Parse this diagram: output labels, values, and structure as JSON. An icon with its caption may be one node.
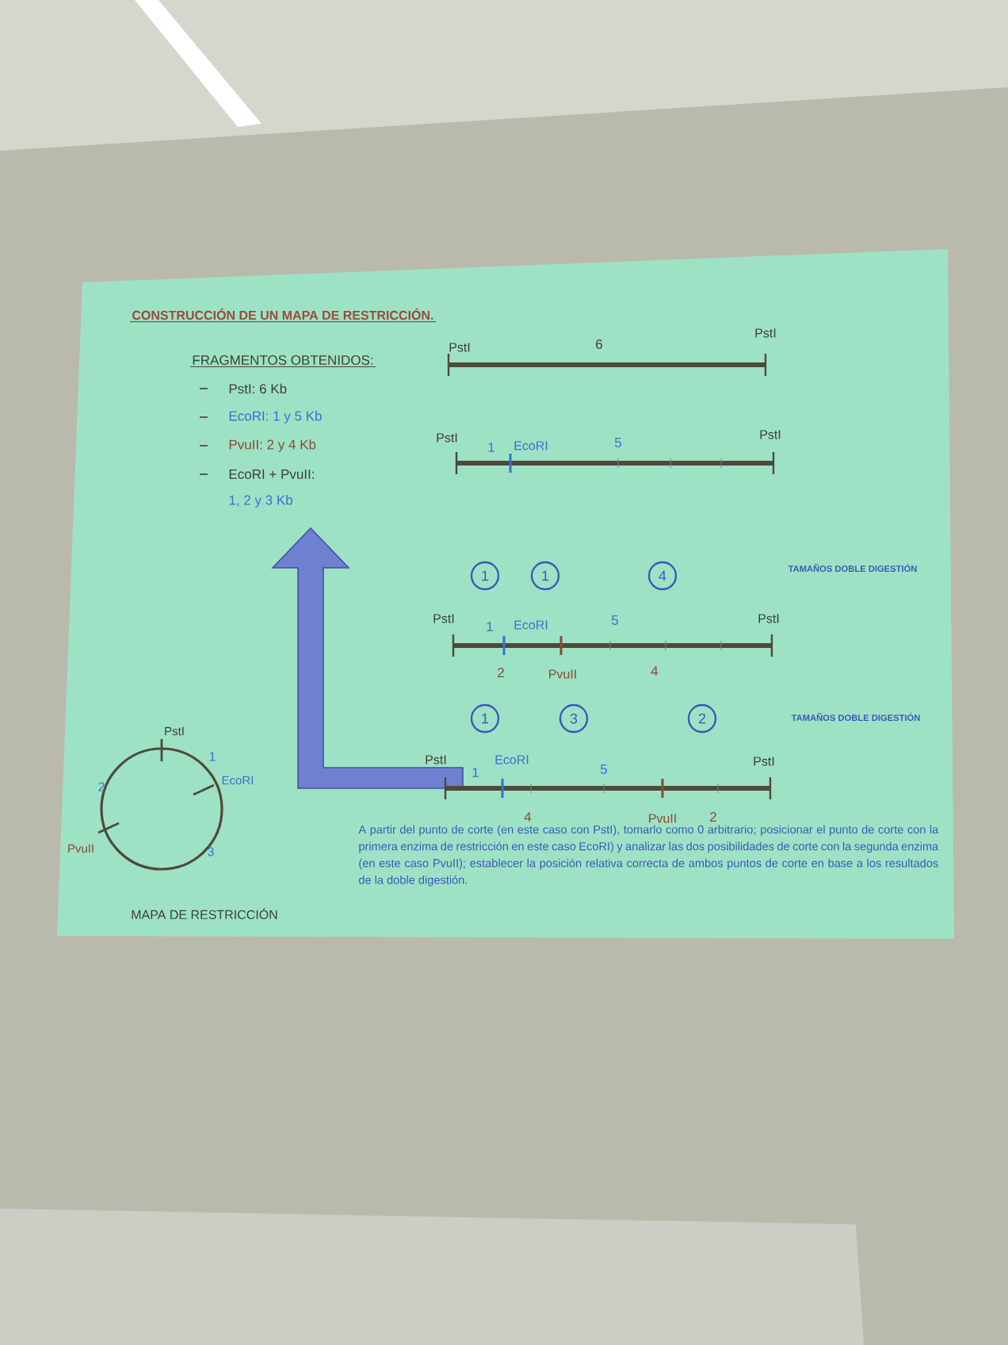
{
  "diagram": {
    "title": "CONSTRUCCIÓN DE UN MAPA DE RESTRICCIÓN.",
    "nodes": [
      {
        "text": [
          "1"
        ]
      },
      {
        "text": [
          "1"
        ]
      },
      {
        "text": [
          "4"
        ]
      },
      {
        "text": [
          "1"
        ]
      },
      {
        "text": [
          "3"
        ]
      },
      {
        "text": [
          "2"
        ]
      }
    ],
    "labels": [
      "FRAGMENTOS OBTENIDOS:",
      "PstI: 6 Kb",
      "EcoRI: 1 y 5 Kb",
      "PvuII: 2 y 4 Kb",
      "EcoRI + PvuII:",
      "1, 2 y 3 Kb",
      "PstI",
      "6",
      "PstI",
      "PstI",
      "1",
      "EcoRI",
      "5",
      "PstI",
      "TAMAÑOS DOBLE DIGESTIÓN",
      "PstI",
      "1",
      "EcoRI",
      "5",
      "PstI",
      "2",
      "PvuII",
      "4",
      "TAMAÑOS DOBLE DIGESTIÓN",
      "PstI",
      "1",
      "EcoRI",
      "5",
      "PstI",
      "4",
      "PvuII",
      "2",
      "PstI",
      "1",
      "EcoRI",
      "2",
      "PvuII",
      "3",
      "A partir del punto de corte (en este caso con PstI), tomarlo como 0 arbitrario; posicionar el punto de corte con la primera enzima de restricción en este caso EcoRI) y analizar las dos posibilidades de corte con la segunda enzima (en este caso PvuII); establecer la posición relativa correcta de ambos puntos de corte en base a los resultados de la doble digestión.",
      "MAPA DE RESTRICCIÓN"
    ]
  }
}
